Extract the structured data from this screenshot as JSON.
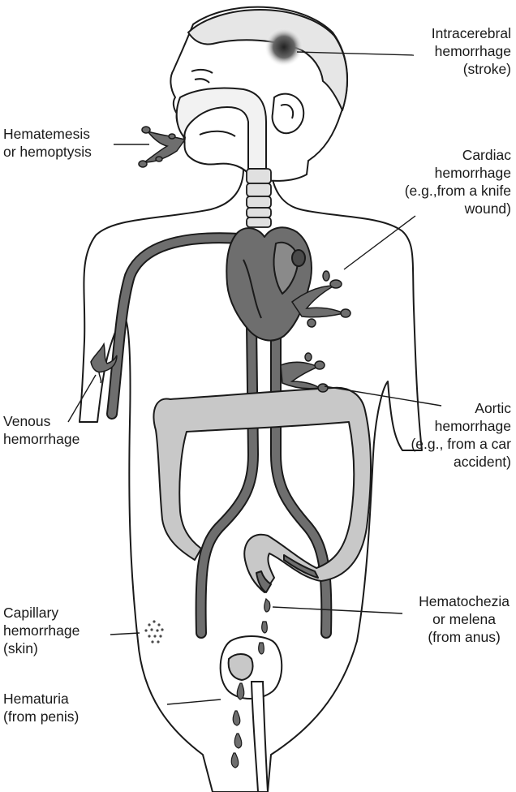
{
  "labels": {
    "intracerebral": {
      "lines": [
        "Intracerebral",
        "hemorrhage",
        "(stroke)"
      ]
    },
    "hematemesis": {
      "lines": [
        "Hematemesis",
        "or hemoptysis"
      ]
    },
    "cardiac": {
      "lines": [
        "Cardiac",
        "hemorrhage",
        "(e.g.,from a knife",
        "wound)"
      ]
    },
    "venous": {
      "lines": [
        "Venous",
        "hemorrhage"
      ]
    },
    "aortic": {
      "lines": [
        "Aortic",
        "hemorrhage",
        "(e.g., from a car",
        "accident)"
      ]
    },
    "capillary": {
      "lines": [
        "Capillary",
        "hemorrhage",
        "(skin)"
      ]
    },
    "hematochezia": {
      "lines": [
        "Hematochezia",
        "or melena",
        "(from anus)"
      ]
    },
    "hematuria": {
      "lines": [
        "Hematuria",
        "(from penis)"
      ]
    }
  },
  "colors": {
    "outline": "#1a1a1a",
    "blood": "#6e6e6e",
    "blood_dark": "#4a4a4a",
    "organ": "#c8c8c8",
    "skin": "#ffffff",
    "hemorrhage_spot": "#3a3a3a"
  }
}
